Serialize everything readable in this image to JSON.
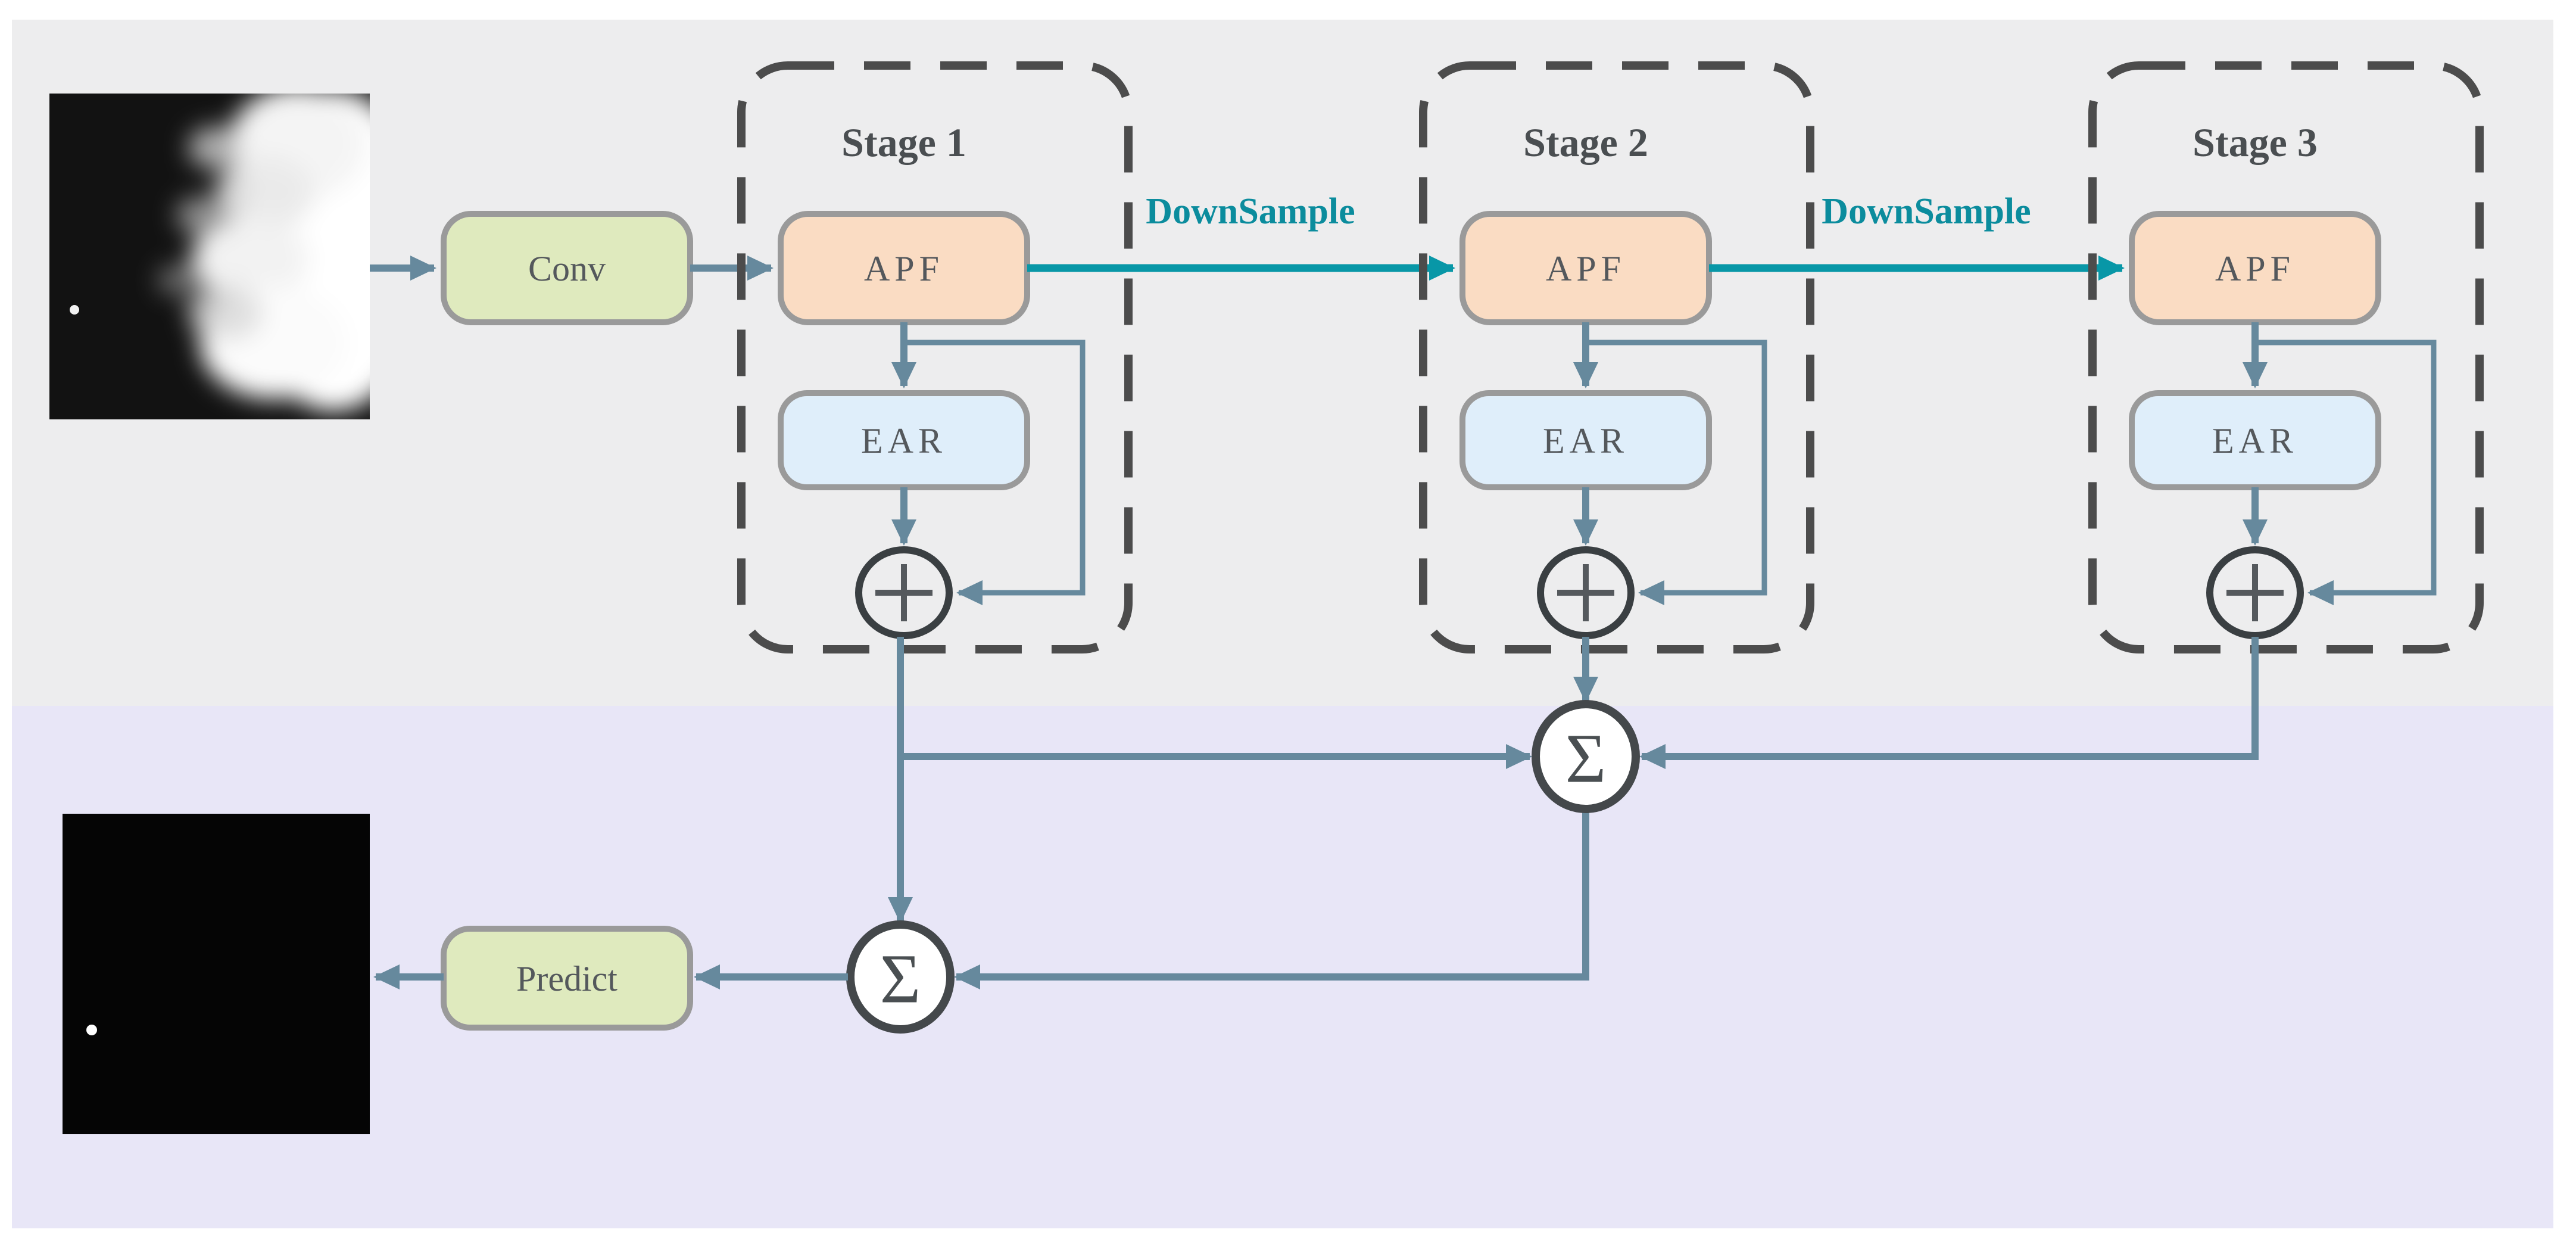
{
  "figure": {
    "conv_label": "Conv",
    "predict_label": "Predict",
    "sum_symbol": "Σ",
    "downsample_labels": [
      "DownSample",
      "DownSample"
    ],
    "stages": [
      {
        "title": "Stage 1",
        "apf_label": "APF",
        "ear_label": "EAR"
      },
      {
        "title": "Stage 2",
        "apf_label": "APF",
        "ear_label": "EAR"
      },
      {
        "title": "Stage 3",
        "apf_label": "APF",
        "ear_label": "EAR"
      }
    ],
    "colors": {
      "background_top": "#ededee",
      "background_bottom": "#e8e6f7",
      "arrow": "#66899d",
      "downsample_teal": "#0897a7",
      "stage_border": "#4c4c4c",
      "block_border": "#9a9a9a",
      "conv_fill": "#dfeabe",
      "predict_fill": "#dfeabe",
      "apf_fill": "#fadcc3",
      "ear_fill": "#dfeefa"
    }
  }
}
